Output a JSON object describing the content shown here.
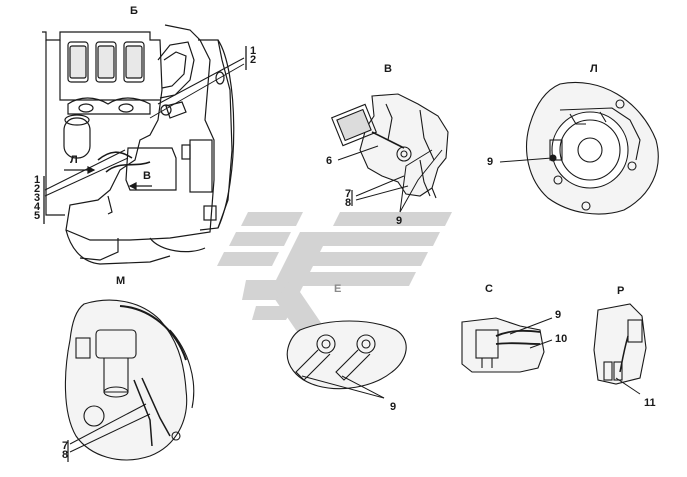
{
  "views": {
    "b": "Б",
    "v": "В",
    "l": "Л",
    "m": "М",
    "e": "Е",
    "s": "С",
    "r": "Р"
  },
  "main_view": {
    "callout_top": [
      "1",
      "2"
    ],
    "callout_left": [
      "1",
      "2",
      "3",
      "4",
      "5"
    ],
    "arrow_l": "Л",
    "arrow_v": "В"
  },
  "view_v": {
    "label_6": "6",
    "stack_78": [
      "7",
      "8"
    ],
    "label_9": "9"
  },
  "view_l": {
    "label_9": "9"
  },
  "view_m": {
    "stack_78": [
      "7",
      "8"
    ]
  },
  "view_e": {
    "label_9": "9"
  },
  "view_s": {
    "label_9": "9",
    "label_10": "10"
  },
  "view_r": {
    "label_11": "11"
  },
  "colors": {
    "ink": "#1a1a1a",
    "watermark": "#d0d0d0",
    "shade": "#cfcfcf"
  }
}
